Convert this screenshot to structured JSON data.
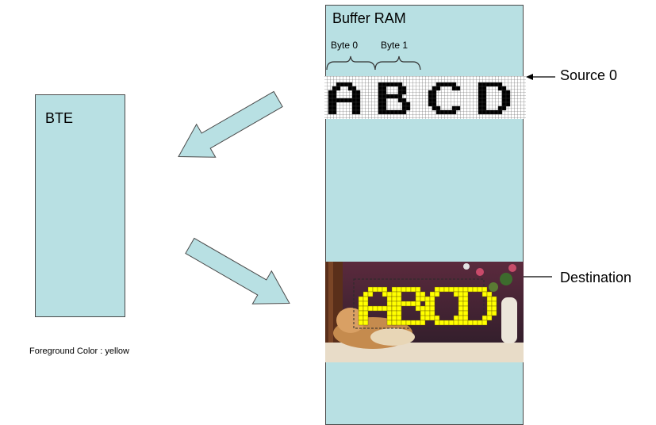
{
  "bte": {
    "title": "BTE"
  },
  "buffer": {
    "title": "Buffer RAM",
    "byte0": "Byte 0",
    "byte1": "Byte 1"
  },
  "source_label": "Source 0",
  "destination_label": "Destination",
  "foreground_note": "Foreground Color : yellow",
  "glyph_text": "ABCD",
  "colors": {
    "panel": "#b8e0e3",
    "arrow": "#b8e0e3",
    "glyph_source": "#000000",
    "glyph_dest": "#ffff00"
  },
  "icons": {
    "photo": "cat-photo-image"
  }
}
